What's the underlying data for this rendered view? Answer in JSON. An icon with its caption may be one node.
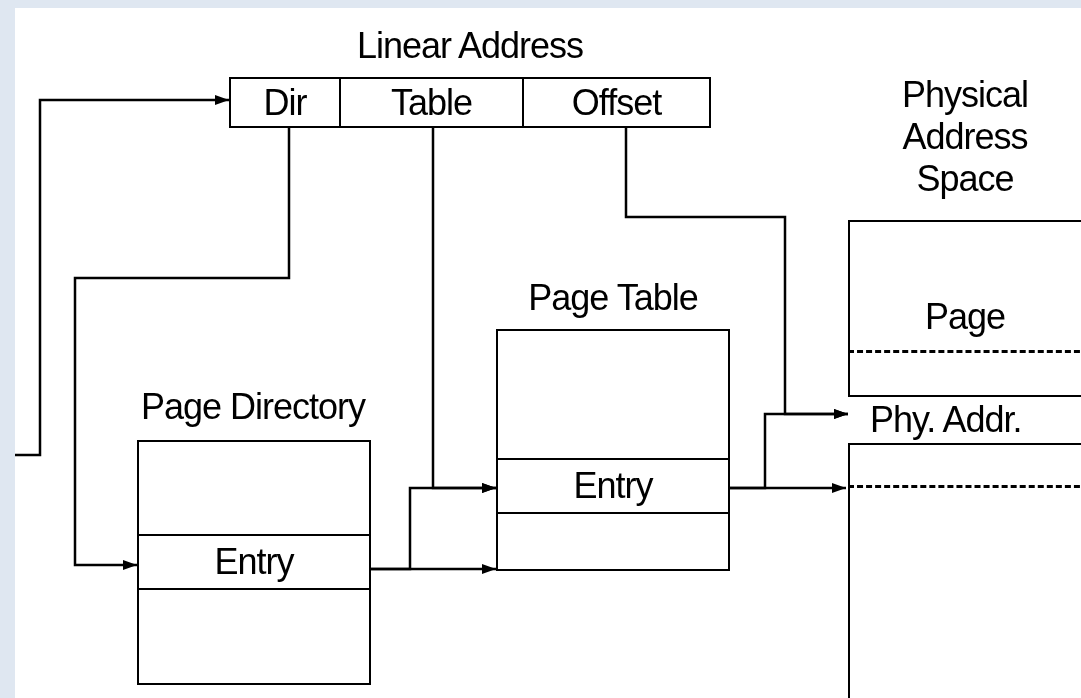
{
  "diagram": {
    "nodes": [
      {
        "text": [
          "Linear Address"
        ]
      },
      {
        "text": [
          "Dir"
        ],
        "in": 0
      },
      {
        "text": [
          "Table"
        ],
        "in": 0
      },
      {
        "text": [
          "Offset"
        ],
        "in": 0
      },
      {
        "text": [
          "Page Directory"
        ]
      },
      {
        "text": [],
        "shape": "box",
        "in": 4
      },
      {
        "text": [
          "Entry"
        ],
        "in": 4
      },
      {
        "text": [],
        "shape": "box",
        "in": 4
      },
      {
        "text": [
          "Page Table"
        ]
      },
      {
        "text": [],
        "shape": "box",
        "in": 8
      },
      {
        "text": [
          "Entry"
        ],
        "in": 8
      },
      {
        "text": [],
        "shape": "box",
        "in": 8
      },
      {
        "text": [
          "Physical Address Space"
        ]
      },
      {
        "text": [
          "Page"
        ],
        "in": 12
      },
      {
        "text": [
          "Phy. Addr."
        ],
        "in": 13
      }
    ],
    "edges": [
      {
        "from": null,
        "to": 1,
        "arrow": "to"
      },
      {
        "from": 1,
        "to": 6,
        "arrow": "to"
      },
      {
        "from": 2,
        "to": 10,
        "arrow": "to"
      },
      {
        "from": 6,
        "to": 11,
        "arrow": "to"
      },
      {
        "from": 6,
        "to": 10,
        "arrow": "to"
      },
      {
        "from": 3,
        "to": 14,
        "arrow": "to"
      },
      {
        "from": 10,
        "to": 13,
        "arrow": "to"
      },
      {
        "from": 10,
        "to": 14,
        "arrow": "to"
      }
    ]
  }
}
